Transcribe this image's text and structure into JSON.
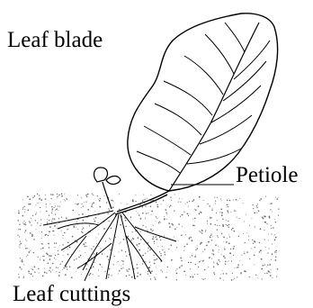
{
  "labels": {
    "leaf_blade": "Leaf blade",
    "petiole": "Petiole",
    "leaf_cuttings": "Leaf cuttings"
  },
  "colors": {
    "ink": "#000000",
    "background": "#ffffff",
    "soil": "#6b6b6b"
  }
}
